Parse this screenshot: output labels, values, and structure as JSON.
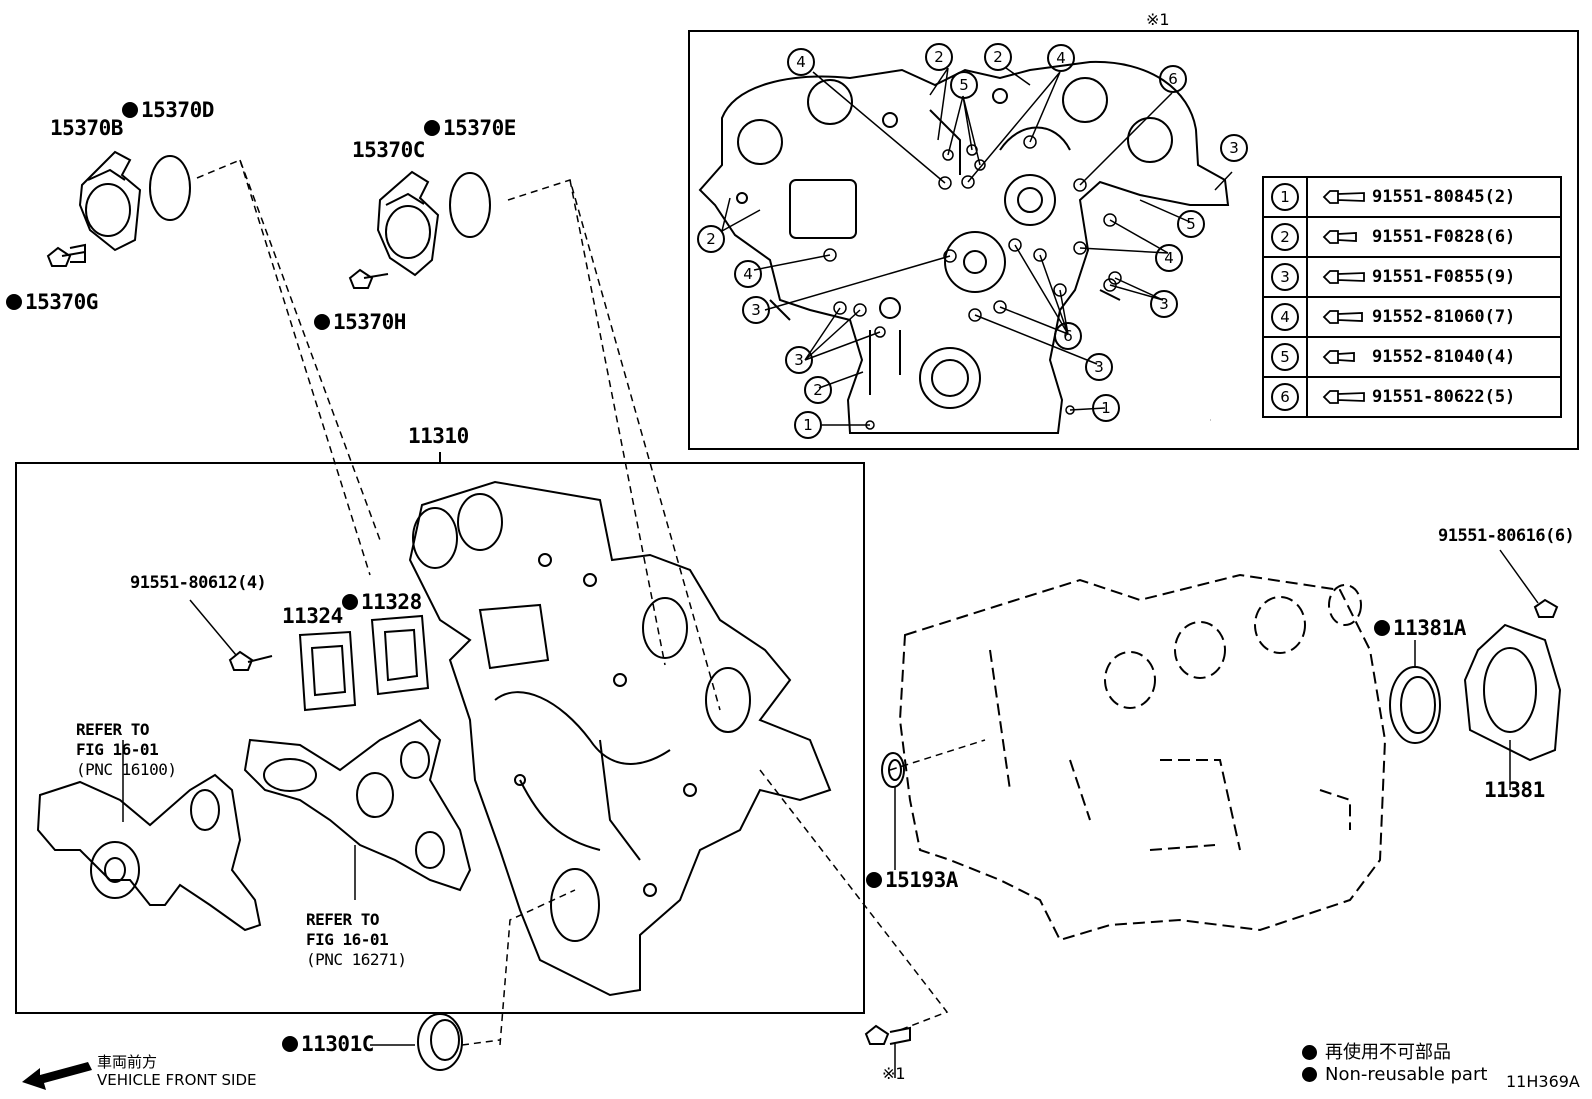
{
  "inset": {
    "mark": "※1",
    "callouts": [
      "1",
      "2",
      "3",
      "4",
      "5",
      "6"
    ],
    "bolt_table": [
      {
        "no": "1",
        "part": "91551-80845(2)"
      },
      {
        "no": "2",
        "part": "91551-F0828(6)"
      },
      {
        "no": "3",
        "part": "91551-F0855(9)"
      },
      {
        "no": "4",
        "part": "91552-81060(7)"
      },
      {
        "no": "5",
        "part": "91552-81040(4)"
      },
      {
        "no": "6",
        "part": "91551-80622(5)"
      }
    ]
  },
  "parts": {
    "p15370B": "15370B",
    "p15370D": "15370D",
    "p15370G": "15370G",
    "p15370C": "15370C",
    "p15370E": "15370E",
    "p15370H": "15370H",
    "p11310": "11310",
    "p91551_80612": "91551-80612(4)",
    "p11324": "11324",
    "p11328": "11328",
    "p11301C": "11301C",
    "p15193A": "15193A",
    "p91551_80616": "91551-80616(6)",
    "p11381A": "11381A",
    "p11381": "11381",
    "bolt_mark": "※1"
  },
  "refers": {
    "pump": [
      "REFER TO",
      "FIG 16-01",
      "(PNC 16100)"
    ],
    "gasket": [
      "REFER TO",
      "FIG 16-01",
      "(PNC 16271)"
    ]
  },
  "direction": {
    "jp": "車両前方",
    "en": "VEHICLE FRONT SIDE"
  },
  "legend": {
    "jp": "再使用不可部品",
    "en": "Non-reusable part"
  },
  "figure_code": "11H369A"
}
